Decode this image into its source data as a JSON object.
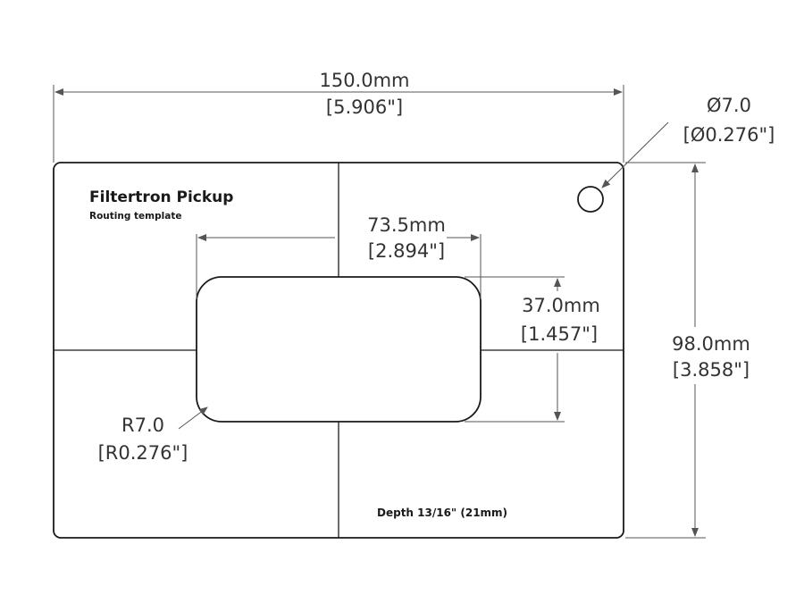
{
  "template": {
    "title": "Filtertron Pickup",
    "subtitle": "Routing template",
    "depth_note": "Depth 13/16\" (21mm)"
  },
  "dimensions": {
    "overall_width": {
      "metric": "150.0mm",
      "imperial": "[5.906\"]"
    },
    "overall_height": {
      "metric": "98.0mm",
      "imperial": "[3.858\"]"
    },
    "hole_diameter": {
      "metric": "Ø7.0",
      "imperial": "[Ø0.276\"]"
    },
    "cavity_width": {
      "metric": "73.5mm",
      "imperial": "[2.894\"]"
    },
    "cavity_height": {
      "metric": "37.0mm",
      "imperial": "[1.457\"]"
    },
    "corner_radius": {
      "metric": "R7.0",
      "imperial": "[R0.276\"]"
    }
  },
  "colors": {
    "outline": "#1a1a1a",
    "dimension_line": "#555555",
    "text": "#333333"
  }
}
